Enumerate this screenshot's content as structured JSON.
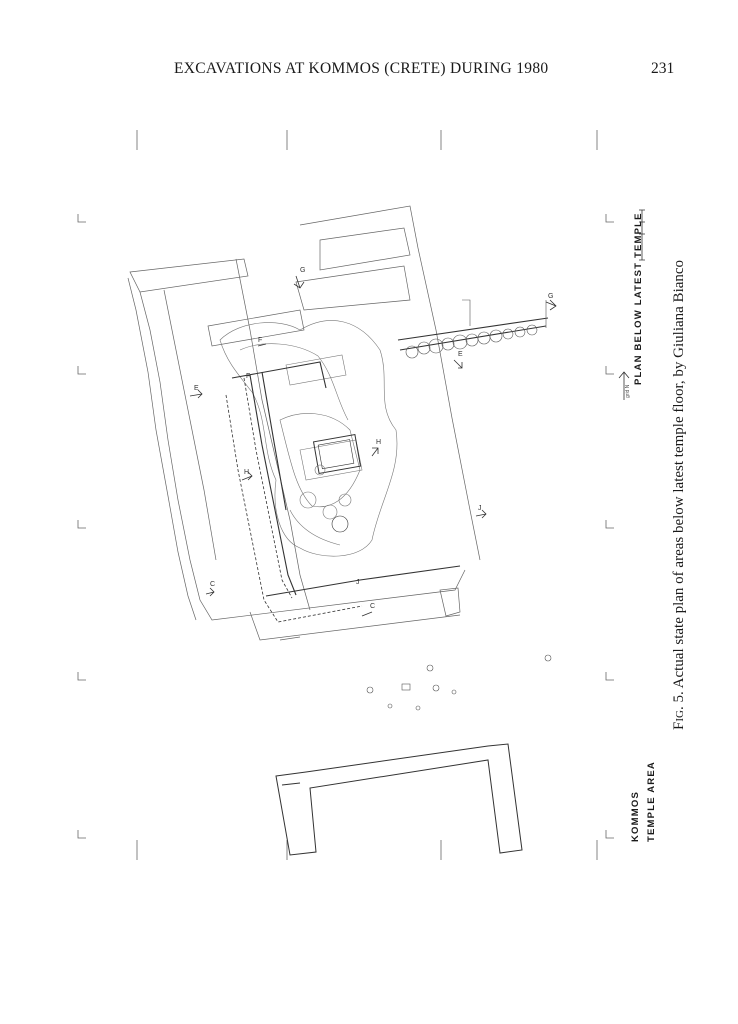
{
  "header": {
    "running_title": "EXCAVATIONS AT KOMMOS (CRETE) DURING 1980",
    "page_number": "231"
  },
  "figure": {
    "caption_prefix": "Fig. 5.",
    "caption_text": " Actual state plan of areas below latest temple floor, by Giuliana Bianco",
    "plan_title": "PLAN BELOW LATEST TEMPLE",
    "site_name": "KOMMOS",
    "site_area": "TEMPLE AREA",
    "north_label": "grid N",
    "section_marks": [
      "E",
      "E",
      "F",
      "F",
      "G",
      "G",
      "H",
      "H",
      "C",
      "C",
      "J",
      "J"
    ],
    "colors": {
      "ink": "#1a1a1a",
      "plan_line": "#666666",
      "faint_line": "#9a9a9a"
    }
  }
}
